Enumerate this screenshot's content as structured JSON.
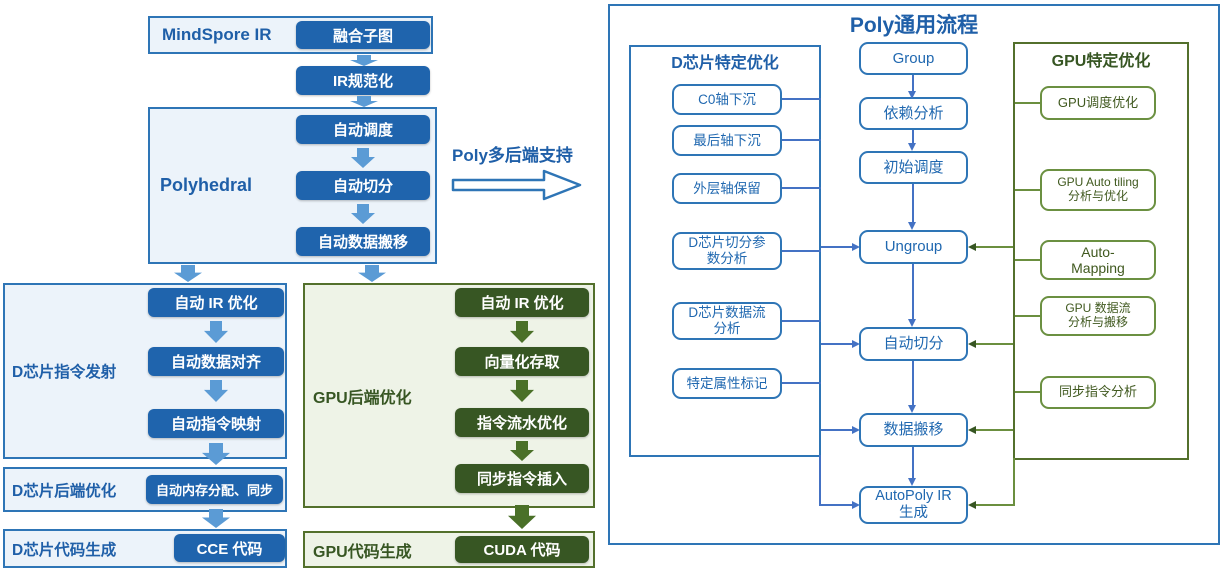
{
  "left": {
    "mindspore": {
      "label": "MindSpore IR",
      "step": "融合子图"
    },
    "ir_normalize": "IR规范化",
    "polyhedral": {
      "label": "Polyhedral",
      "steps": [
        "自动调度",
        "自动切分",
        "自动数据搬移"
      ]
    },
    "multi_backend": "Poly多后端支持",
    "d_emit": {
      "label": "D芯片指令发射",
      "steps": [
        "自动 IR 优化",
        "自动数据对齐",
        "自动指令映射"
      ]
    },
    "d_backend": {
      "label": "D芯片后端优化",
      "step": "自动内存分配、同步"
    },
    "d_codegen": {
      "label": "D芯片代码生成",
      "step": "CCE 代码"
    },
    "gpu_backend": {
      "label": "GPU后端优化",
      "steps": [
        "自动 IR 优化",
        "向量化存取",
        "指令流水优化",
        "同步指令插入"
      ]
    },
    "gpu_codegen": {
      "label": "GPU代码生成",
      "step": "CUDA 代码"
    }
  },
  "right": {
    "title": "Poly通用流程",
    "d_opts": {
      "title": "D芯片特定优化",
      "items": [
        "C0轴下沉",
        "最后轴下沉",
        "外层轴保留",
        "D芯片切分参\n数分析",
        "D芯片数据流\n分析",
        "特定属性标记"
      ]
    },
    "flow": [
      "Group",
      "依赖分析",
      "初始调度",
      "Ungroup",
      "自动切分",
      "数据搬移",
      "AutoPoly IR\n生成"
    ],
    "gpu_opts": {
      "title": "GPU特定优化",
      "items": [
        "GPU调度优化",
        "GPU Auto tiling\n分析与优化",
        "Auto-\nMapping",
        "GPU 数据流\n分析与搬移",
        "同步指令分析"
      ]
    }
  },
  "colors": {
    "blue_dark": "#1f64ad",
    "blue_border": "#2e75b6",
    "blue_text": "#1f5fa8",
    "blue_panel_bg": "#ecf3fa",
    "blue_line": "#4472c4",
    "green_dark": "#375623",
    "green_border": "#53702c",
    "green_panel_bg": "#eef3e7",
    "green_line": "#6b8f3f"
  }
}
